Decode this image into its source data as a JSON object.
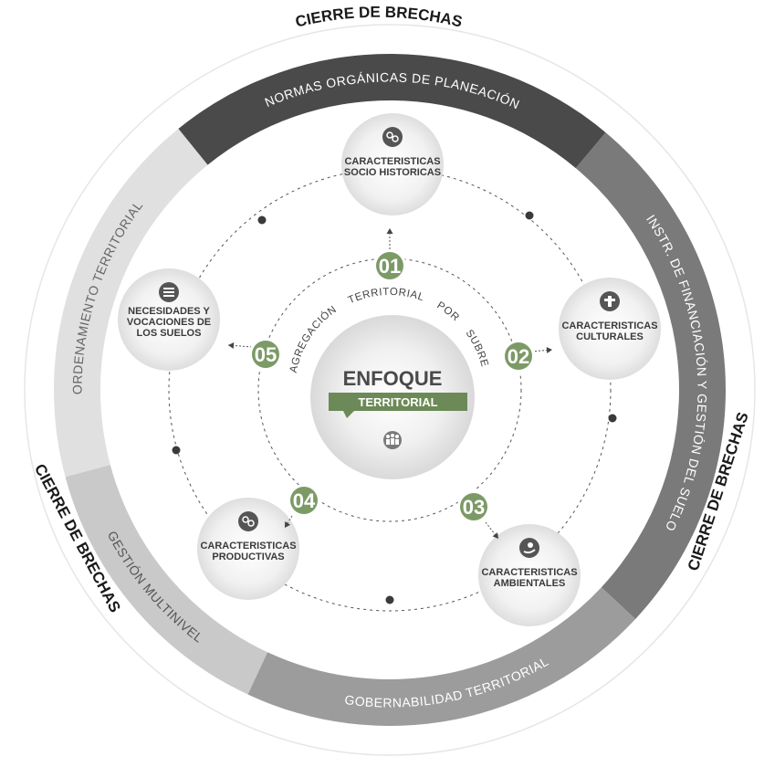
{
  "outer_labels": {
    "top": "CIERRE DE BRECHAS",
    "left": "CIERRE DE BRECHAS",
    "right": "CIERRE DE BRECHAS"
  },
  "ring_segments": [
    {
      "id": "normas",
      "label": "NORMAS ORGÁNICAS DE PLANEACIÓN",
      "color": "#4a4a4a",
      "text_color": "#ffffff"
    },
    {
      "id": "instr",
      "label": "INSTR. DE FINANCIACIÓN Y GESTIÓN DEL SUELO",
      "color": "#7a7a7a",
      "text_color": "#ffffff"
    },
    {
      "id": "gobernabilidad",
      "label": "GOBERNABILIDAD TERRITORIAL",
      "color": "#9c9c9c",
      "text_color": "#ffffff"
    },
    {
      "id": "gestion",
      "label": "GESTIÓN MULTINIVEL",
      "color": "#c9c9c9",
      "text_color": "#555555"
    },
    {
      "id": "ordenamiento",
      "label": "ORDENAMIENTO TERRITORIAL",
      "color": "#e0e0e0",
      "text_color": "#666666"
    }
  ],
  "center": {
    "title": "ENFOQUE",
    "banner": "TERRITORIAL",
    "icon": "people-group-icon",
    "ring_text": "DESAGREGACIÓN TERRITORIAL POR SUBREGIÓN"
  },
  "nodes": [
    {
      "id": "socio",
      "number": "01",
      "lines": [
        "CARACTERISTICAS",
        "SOCIO HISTORICAS"
      ],
      "icon": "gears-icon"
    },
    {
      "id": "culturales",
      "number": "02",
      "lines": [
        "CARACTERISTICAS",
        "CULTURALES"
      ],
      "icon": "totem-icon"
    },
    {
      "id": "ambientales",
      "number": "03",
      "lines": [
        "CARACTERISTICAS",
        "AMBIENTALES"
      ],
      "icon": "hand-plant-icon"
    },
    {
      "id": "productivas",
      "number": "04",
      "lines": [
        "CARACTERISTICAS",
        "PRODUCTIVAS"
      ],
      "icon": "cogs-icon"
    },
    {
      "id": "suelos",
      "number": "05",
      "lines": [
        "NECESIDADES Y",
        "VOCACIONES DE",
        "LOS SUELOS"
      ],
      "icon": "layers-icon"
    }
  ],
  "colors": {
    "accent_green": "#7c9a66",
    "banner_green": "#6b8a57",
    "text_dark": "#333333"
  }
}
